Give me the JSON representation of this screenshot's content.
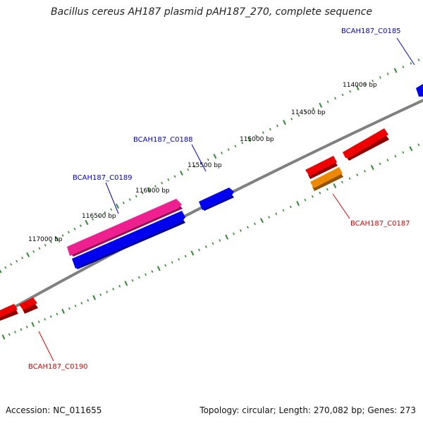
{
  "title": "Bacillus cereus AH187 plasmid pAH187_270, complete sequence",
  "footer": {
    "accession": "Accession: NC_011655",
    "summary": "Topology: circular; Length: 270,082 bp; Genes: 273"
  },
  "position_labels": [
    "114000 bp",
    "114500 bp",
    "115000 bp",
    "115500 bp",
    "116000 bp",
    "116500 bp",
    "117000 bp"
  ],
  "gene_labels": [
    "BCAH187_C0185",
    "BCAH187_C0188",
    "BCAH187_C0189",
    "BCAH187_C0187",
    "BCAH187_C0190"
  ],
  "colors": {
    "backbone": "#808080",
    "tick": "#2e8b2e",
    "label_plus": "#0000cc",
    "label_minus": "#dd0000",
    "gene_red": "#ee0000",
    "gene_blue": "#0000ee",
    "gene_magenta": "#ee1f8f",
    "gene_orange": "#ee8800"
  }
}
